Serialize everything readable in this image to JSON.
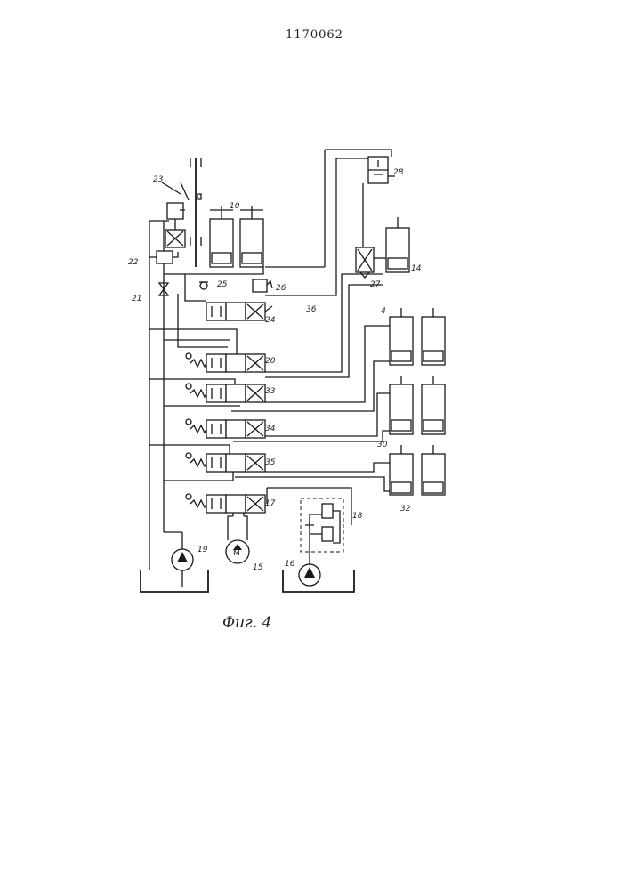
{
  "document": {
    "patent_number": "1170062",
    "figure_caption": "Фиг. 4"
  },
  "labels": {
    "l4": "4",
    "l10": "10",
    "l14": "14",
    "l15": "15",
    "l16": "16",
    "l17": "17",
    "l18": "18",
    "l19": "19",
    "l20": "20",
    "l21": "21",
    "l22": "22",
    "l23": "23",
    "l24": "24",
    "l25": "25",
    "l26": "26",
    "l27": "27",
    "l28": "28",
    "l30": "30",
    "l32": "32",
    "l33": "33",
    "l34": "34",
    "l35": "35",
    "l36": "36",
    "motor_symbol": "M"
  }
}
